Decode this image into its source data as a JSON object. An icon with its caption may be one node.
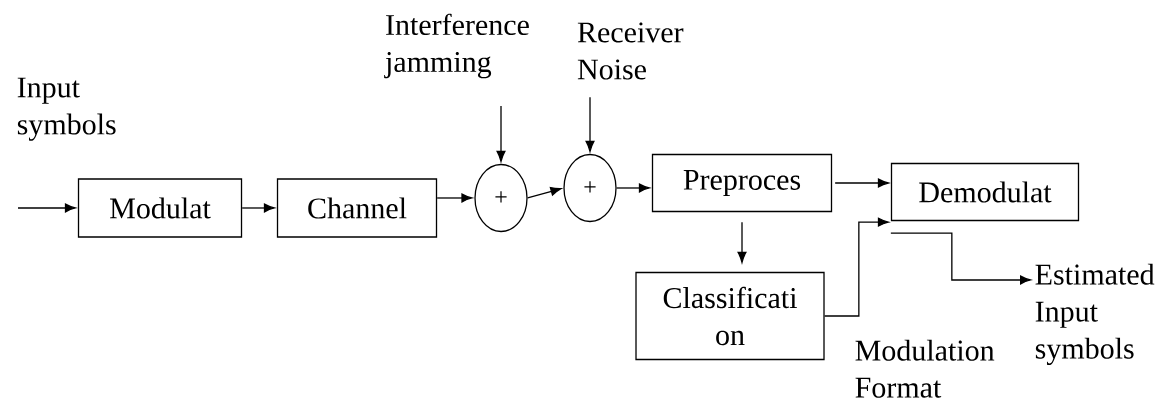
{
  "diagram": {
    "nodes": [
      {
        "text": [
          "Modulat"
        ]
      },
      {
        "text": [
          "Channel"
        ]
      },
      {
        "text": [
          "+"
        ]
      },
      {
        "text": [
          "+"
        ]
      },
      {
        "text": [
          "Preproces"
        ]
      },
      {
        "text": [
          "Demodulat"
        ]
      },
      {
        "text": [
          "Classificati on"
        ]
      },
      {
        "text": [
          "Interference jamming"
        ]
      },
      {
        "text": [
          "Receiver Noise"
        ]
      },
      {
        "text": [
          "Estimated Input symbols"
        ]
      }
    ],
    "edges": [
      {
        "from": null,
        "to": 0,
        "arrow": "to"
      },
      {
        "from": 0,
        "to": 1,
        "arrow": "to"
      },
      {
        "from": 1,
        "to": 2,
        "arrow": "to"
      },
      {
        "from": 7,
        "to": 2,
        "arrow": "to"
      },
      {
        "from": 2,
        "to": 3,
        "arrow": "to"
      },
      {
        "from": 8,
        "to": 3,
        "arrow": "to"
      },
      {
        "from": 3,
        "to": 4,
        "arrow": "to"
      },
      {
        "from": 4,
        "to": 5,
        "arrow": "to"
      },
      {
        "from": 4,
        "to": 6,
        "arrow": "to"
      },
      {
        "from": 6,
        "to": 5,
        "arrow": "to"
      },
      {
        "from": 5,
        "to": 9,
        "arrow": "to"
      }
    ],
    "labels": [
      "Input symbols",
      "Modulation Format"
    ]
  }
}
